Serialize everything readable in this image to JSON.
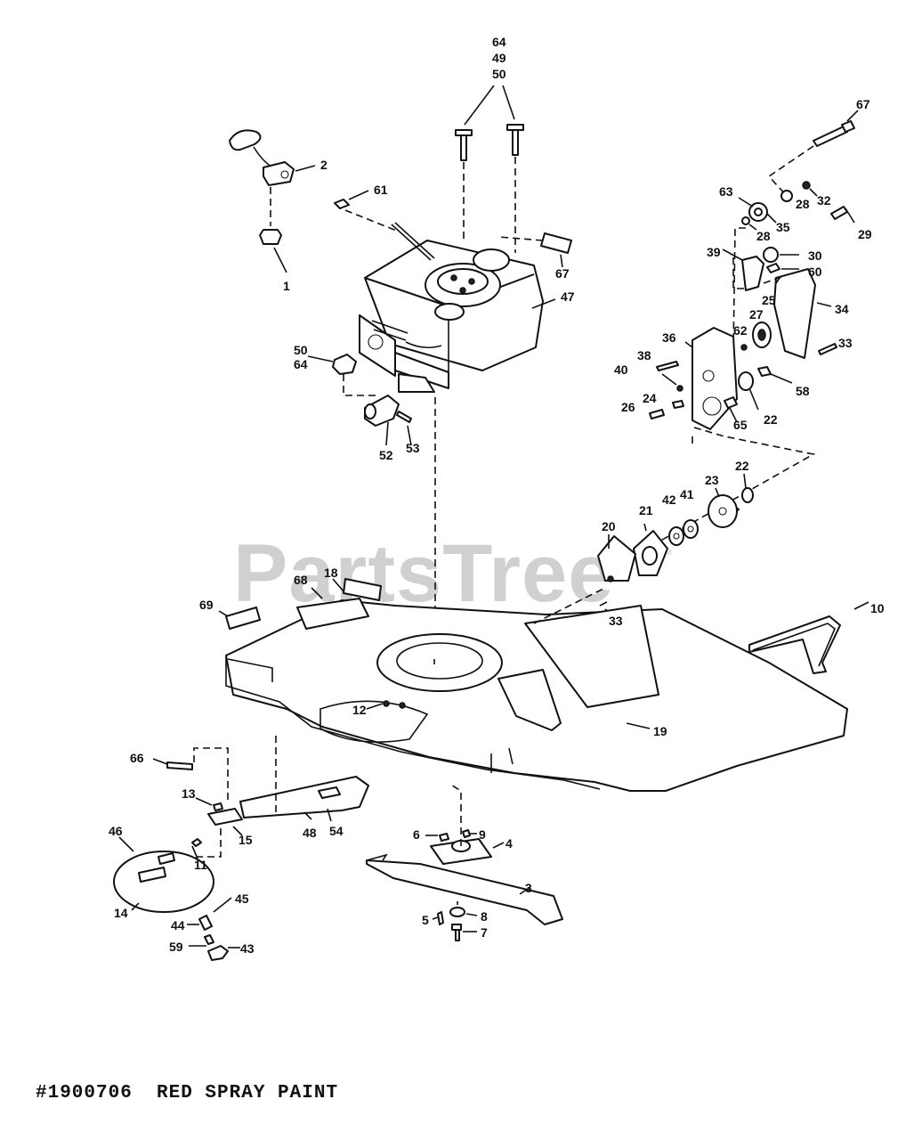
{
  "watermark": {
    "text": "PartsTree",
    "tm": "™"
  },
  "footer_note": "#1900706  RED SPRAY PAINT",
  "callouts": [
    {
      "id": "c64a",
      "text": "64"
    },
    {
      "id": "c49",
      "text": "49"
    },
    {
      "id": "c50a",
      "text": "50"
    },
    {
      "id": "c2",
      "text": "2"
    },
    {
      "id": "c1",
      "text": "1"
    },
    {
      "id": "c61",
      "text": "61"
    },
    {
      "id": "c67a",
      "text": "67"
    },
    {
      "id": "c47",
      "text": "47"
    },
    {
      "id": "c50b",
      "text": "50"
    },
    {
      "id": "c64b",
      "text": "64"
    },
    {
      "id": "c52",
      "text": "52"
    },
    {
      "id": "c53",
      "text": "53"
    },
    {
      "id": "c67b",
      "text": "67"
    },
    {
      "id": "c63",
      "text": "63"
    },
    {
      "id": "c32",
      "text": "32"
    },
    {
      "id": "c28a",
      "text": "28"
    },
    {
      "id": "c35",
      "text": "35"
    },
    {
      "id": "c28b",
      "text": "28"
    },
    {
      "id": "c29",
      "text": "29"
    },
    {
      "id": "c39",
      "text": "39"
    },
    {
      "id": "c30",
      "text": "30"
    },
    {
      "id": "c60",
      "text": "60"
    },
    {
      "id": "c25",
      "text": "25"
    },
    {
      "id": "c34",
      "text": "34"
    },
    {
      "id": "c27",
      "text": "27"
    },
    {
      "id": "c36",
      "text": "36"
    },
    {
      "id": "c62",
      "text": "62"
    },
    {
      "id": "c33a",
      "text": "33"
    },
    {
      "id": "c38",
      "text": "38"
    },
    {
      "id": "c40",
      "text": "40"
    },
    {
      "id": "c58",
      "text": "58"
    },
    {
      "id": "c24",
      "text": "24"
    },
    {
      "id": "c26",
      "text": "26"
    },
    {
      "id": "c65",
      "text": "65"
    },
    {
      "id": "c22a",
      "text": "22"
    },
    {
      "id": "c22b",
      "text": "22"
    },
    {
      "id": "c23",
      "text": "23"
    },
    {
      "id": "c42",
      "text": "42"
    },
    {
      "id": "c41",
      "text": "41"
    },
    {
      "id": "c21",
      "text": "21"
    },
    {
      "id": "c20",
      "text": "20"
    },
    {
      "id": "c33b",
      "text": "33"
    },
    {
      "id": "c10",
      "text": "10"
    },
    {
      "id": "c18",
      "text": "18"
    },
    {
      "id": "c68",
      "text": "68"
    },
    {
      "id": "c69",
      "text": "69"
    },
    {
      "id": "c12",
      "text": "12"
    },
    {
      "id": "c19",
      "text": "19"
    },
    {
      "id": "c66",
      "text": "66"
    },
    {
      "id": "c13",
      "text": "13"
    },
    {
      "id": "c48",
      "text": "48"
    },
    {
      "id": "c54",
      "text": "54"
    },
    {
      "id": "c15",
      "text": "15"
    },
    {
      "id": "c46",
      "text": "46"
    },
    {
      "id": "c11",
      "text": "11"
    },
    {
      "id": "c14",
      "text": "14"
    },
    {
      "id": "c45",
      "text": "45"
    },
    {
      "id": "c44",
      "text": "44"
    },
    {
      "id": "c59",
      "text": "59"
    },
    {
      "id": "c43",
      "text": "43"
    },
    {
      "id": "c6",
      "text": "6"
    },
    {
      "id": "c9",
      "text": "9"
    },
    {
      "id": "c4",
      "text": "4"
    },
    {
      "id": "c3",
      "text": "3"
    },
    {
      "id": "c5",
      "text": "5"
    },
    {
      "id": "c8",
      "text": "8"
    },
    {
      "id": "c7",
      "text": "7"
    }
  ]
}
